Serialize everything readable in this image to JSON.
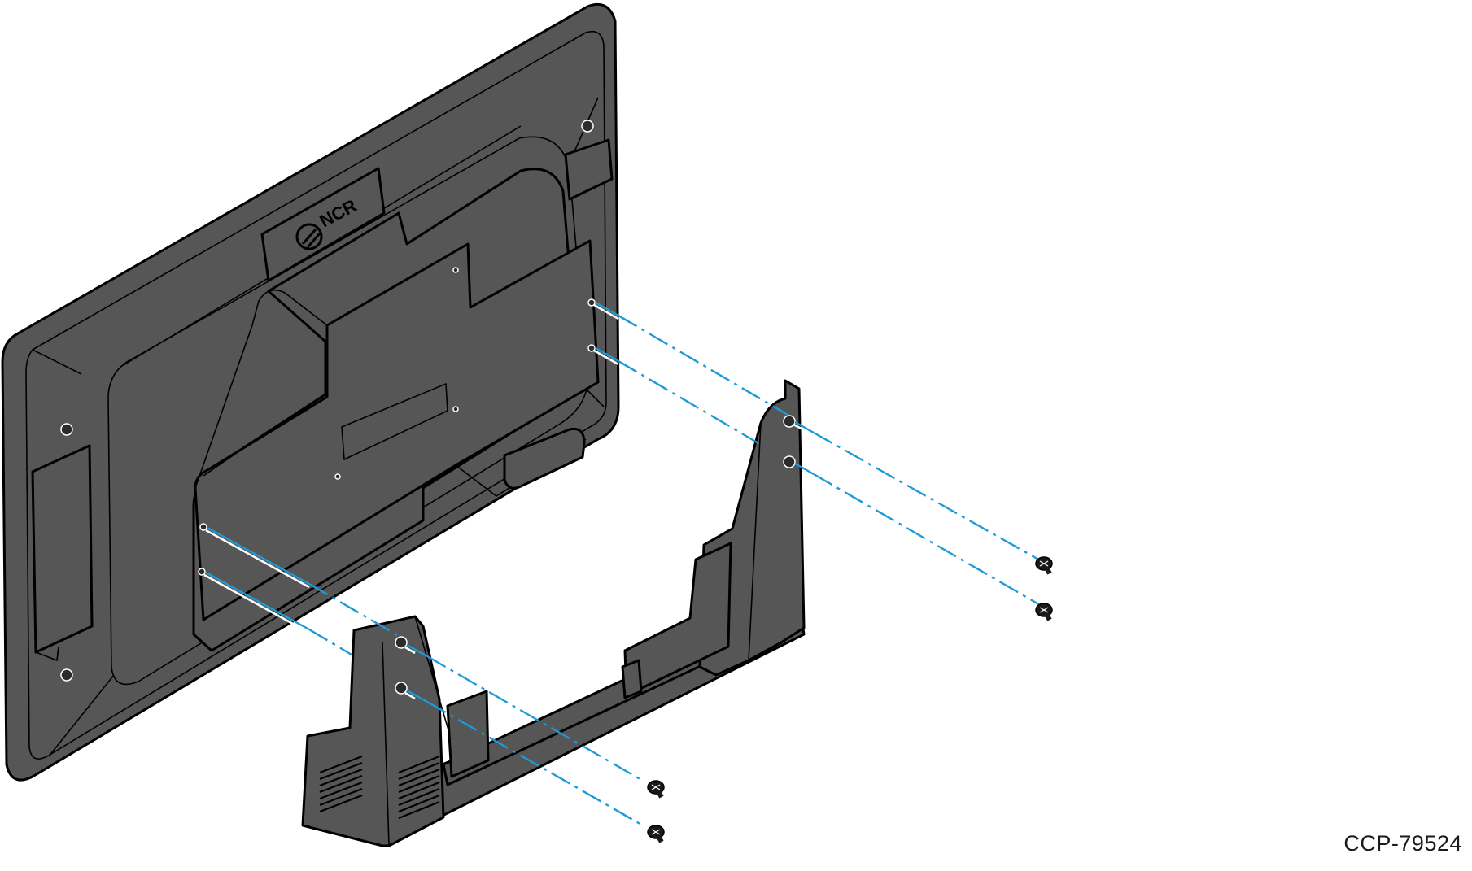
{
  "figure": {
    "id": "CCP-79524",
    "brand_logo_text": "NCR",
    "screw_count": 4
  },
  "colors": {
    "part_fill": "#565656",
    "outline": "#000000",
    "guide_line": "#1e9ad6",
    "background": "#ffffff"
  }
}
